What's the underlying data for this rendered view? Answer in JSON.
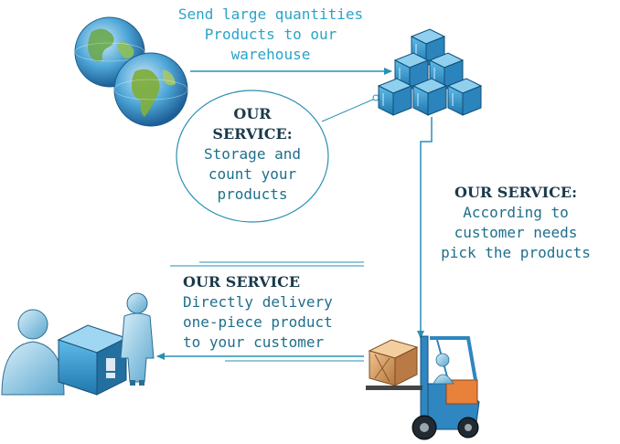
{
  "colors": {
    "text_accent": "#2aa3c9",
    "text_body": "#1e6f8c",
    "text_bold": "#1b3a4b",
    "line": "#2a8fb5",
    "box_blue": "#3a9fd0",
    "crate": "#c8894e",
    "forklift_orange": "#e8823a",
    "forklift_blue": "#2f86c0"
  },
  "intake_text": {
    "lines": [
      "Send large quantities",
      "Products to our",
      "warehouse"
    ]
  },
  "storage_bubble": {
    "title_lines": [
      "OUR",
      "SERVICE:"
    ],
    "body_lines": [
      "Storage and",
      "count your",
      "products"
    ]
  },
  "picking_text": {
    "title": "OUR SERVICE:",
    "body_lines": [
      "According to",
      "customer needs",
      "pick the products"
    ]
  },
  "delivery_text": {
    "title": "OUR SERVICE",
    "body_lines": [
      "Directly delivery",
      "one-piece product",
      "to your customer"
    ]
  },
  "icons": {
    "globes": "globe-icon",
    "warehouse": "box-stack-icon",
    "forklift": "forklift-icon",
    "customer": "customer-icon"
  }
}
